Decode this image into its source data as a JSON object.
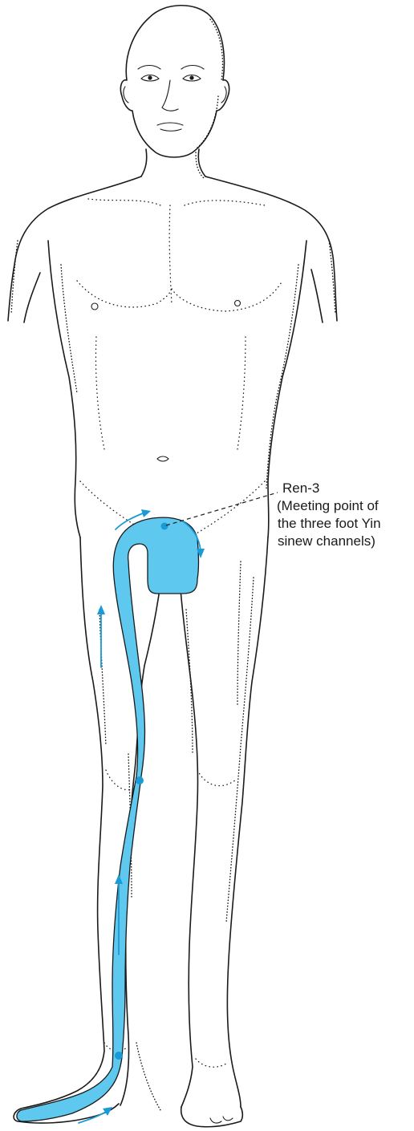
{
  "label": {
    "point_name": "Ren-3",
    "line_1": "(Meeting point of",
    "line_2": "the three foot Yin",
    "line_3": "sinew channels)"
  },
  "colors": {
    "channel_fill": "#5ec8ef",
    "arrow": "#1a9ad6",
    "outline": "#1a1a1a"
  }
}
